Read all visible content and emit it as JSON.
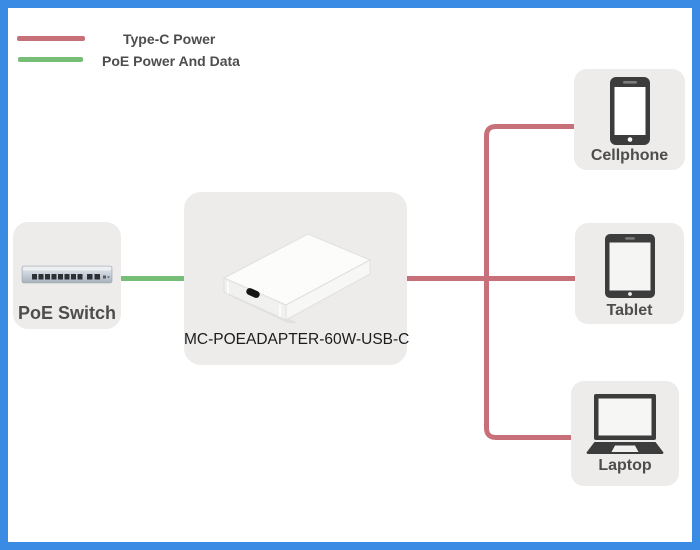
{
  "legend": {
    "items": [
      {
        "id": "typec",
        "label": "Type-C Power",
        "color": "#C7707A"
      },
      {
        "id": "poe",
        "label": "PoE Power And Data",
        "color": "#76BE76"
      }
    ]
  },
  "nodes": {
    "poe_switch": {
      "label": "PoE Switch",
      "icon": "network-switch-icon"
    },
    "adapter": {
      "label": "MC-POEADAPTER-60W-USB-C",
      "icon": "poe-adapter-device-image"
    },
    "cellphone": {
      "label": "Cellphone",
      "icon": "smartphone-icon"
    },
    "tablet": {
      "label": "Tablet",
      "icon": "tablet-icon"
    },
    "laptop": {
      "label": "Laptop",
      "icon": "laptop-icon"
    }
  },
  "connections": [
    {
      "from": "poe_switch",
      "to": "adapter",
      "type": "PoE Power And Data",
      "color": "#76BE76"
    },
    {
      "from": "adapter",
      "to": "cellphone",
      "type": "Type-C Power",
      "color": "#C7707A"
    },
    {
      "from": "adapter",
      "to": "tablet",
      "type": "Type-C Power",
      "color": "#C7707A"
    },
    {
      "from": "adapter",
      "to": "laptop",
      "type": "Type-C Power",
      "color": "#C7707A"
    }
  ],
  "colors": {
    "border": "#3A8BE4",
    "node_background": "#EDECEA",
    "label_text": "#4D4D4D",
    "adapter_label_text": "#1C1C1C",
    "icon_dark": "#3C3C3C"
  }
}
